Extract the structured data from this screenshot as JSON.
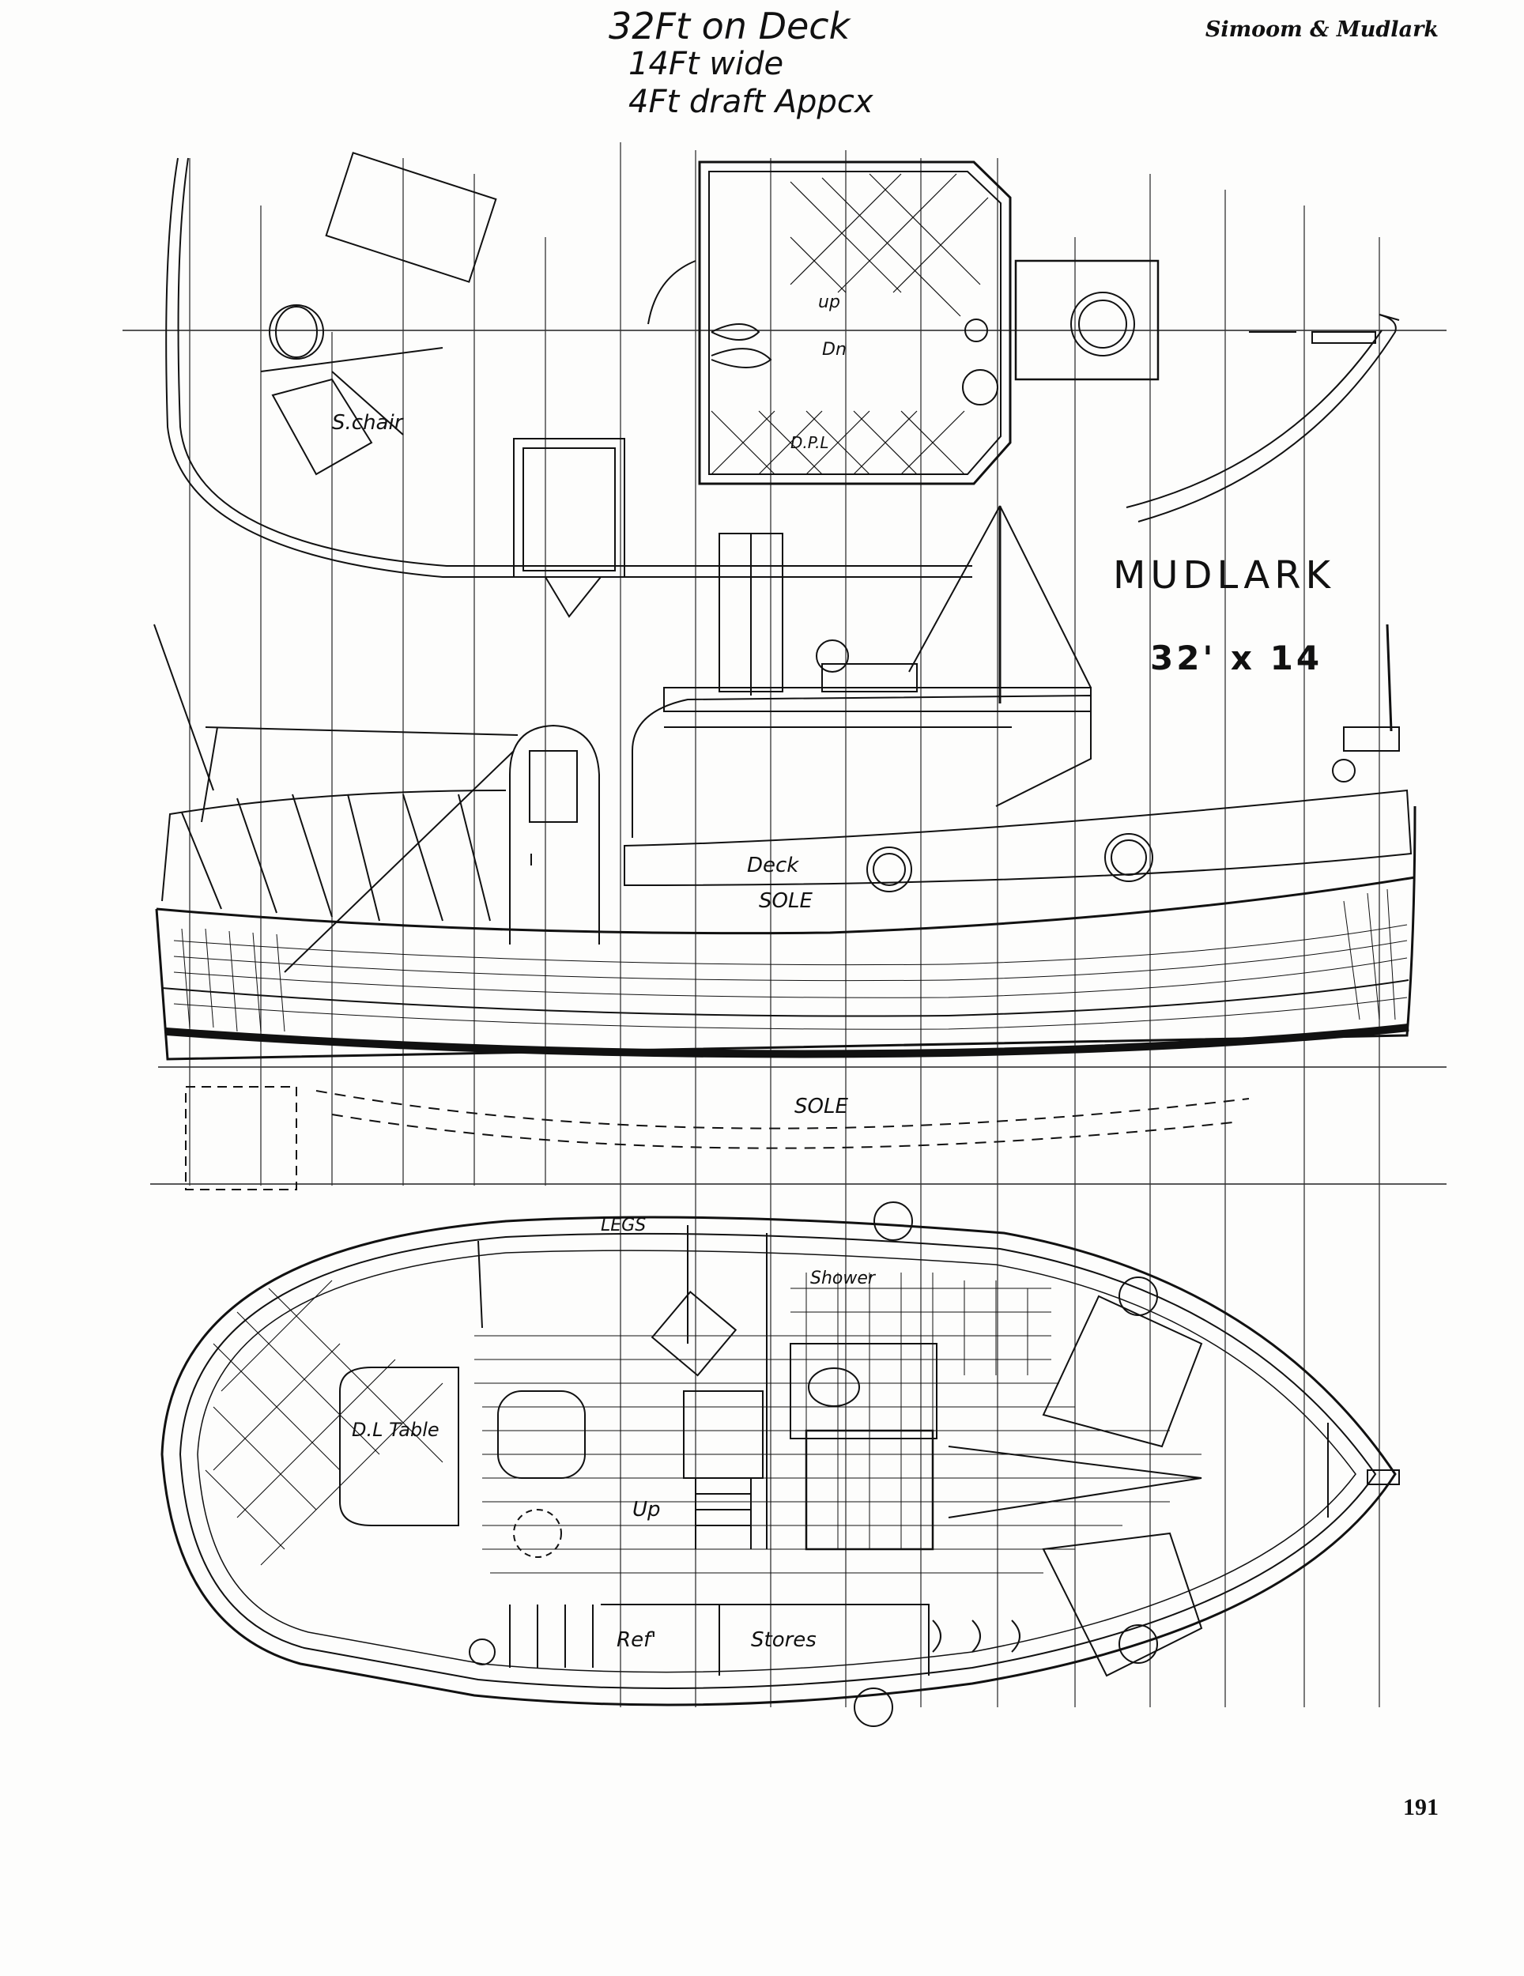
{
  "header": {
    "running_head": "Simoom & Mudlark"
  },
  "footer": {
    "page_number": "191"
  },
  "handwritten_notes": {
    "line1": "32Ft on Deck",
    "line2": "14Ft wide",
    "line3": "4Ft draft Appcx"
  },
  "boat": {
    "name": "MUDLARK",
    "dimensions": "32' x 14"
  },
  "plan_labels": {
    "chair": "S.chair",
    "up_top": "up",
    "dn": "Dn",
    "dpl": "D.P.L",
    "deck": "Deck",
    "sole_upper": "SOLE",
    "sole_lower": "SOLE",
    "legs": "LEGS",
    "shower": "Shower",
    "table": "D.L Table",
    "up_lower": "Up",
    "ref": "Ref'",
    "stores": "Stores"
  }
}
